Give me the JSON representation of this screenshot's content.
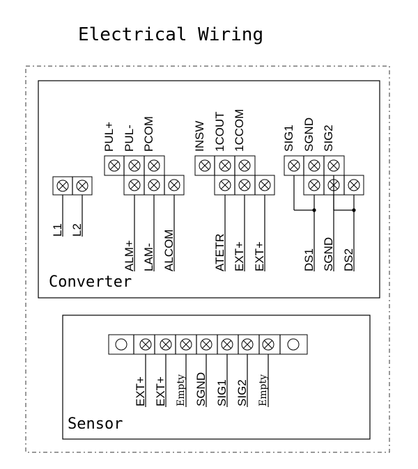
{
  "title": "Electrical Wiring",
  "converter": {
    "label": "Converter",
    "top_labels_left": [
      "PUL+",
      "PUL-",
      "PCOM"
    ],
    "top_labels_mid": [
      "INSW",
      "1COUT",
      "1CCOM"
    ],
    "top_labels_right": [
      "SIG1",
      "SGND",
      "SIG2"
    ],
    "power_labels": [
      "L1",
      "L2"
    ],
    "bottom_labels_left": [
      "ALM+",
      "LAM-",
      "ALCOM"
    ],
    "bottom_labels_mid": [
      "ATETR",
      "EXT+",
      "EXT+"
    ],
    "bottom_labels_right": [
      "DS1",
      "SGND",
      "DS2"
    ]
  },
  "sensor": {
    "label": "Sensor",
    "pins": [
      "EXT+",
      "EXT+",
      "Empty",
      "SGND",
      "SIG1",
      "SIG2",
      "Empty"
    ]
  }
}
